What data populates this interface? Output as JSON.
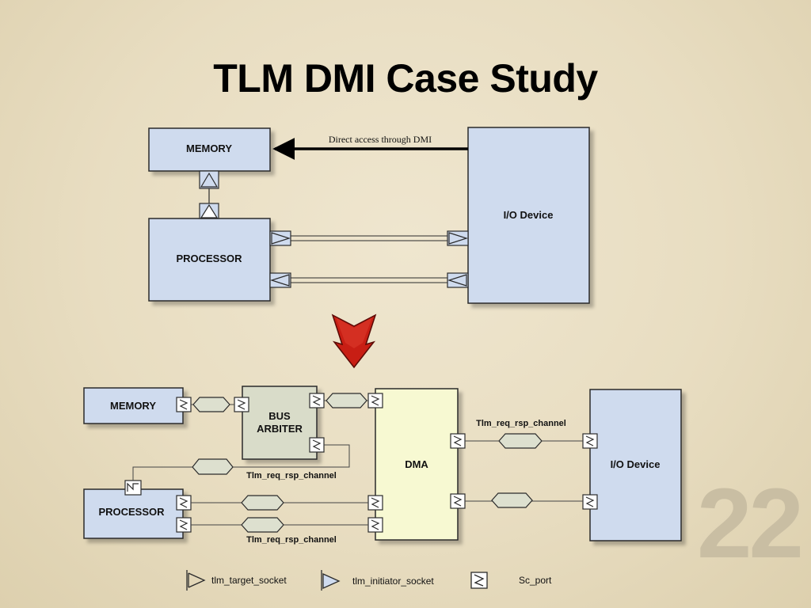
{
  "slide": {
    "title": "TLM DMI Case Study",
    "number": "22"
  },
  "top_diagram": {
    "memory": "MEMORY",
    "processor": "PROCESSOR",
    "io_device": "I/O Device",
    "dmi_label": "Direct access through DMI"
  },
  "bottom_diagram": {
    "memory": "MEMORY",
    "bus_arbiter_line1": "BUS",
    "bus_arbiter_line2": "ARBITER",
    "dma": "DMA",
    "io_device": "I/O Device",
    "processor": "PROCESSOR",
    "channel_right": "Tlm_req_rsp_channel",
    "channel_mid": "Tlm_req_rsp_channel",
    "channel_bottom": "Tlm_req_rsp_channel"
  },
  "legend": {
    "target_socket": "tlm_target_socket",
    "initiator_socket": "tlm_initiator_socket",
    "sc_port": "Sc_port"
  },
  "colors": {
    "block_blue": "#cfdbee",
    "block_green": "#d9dcc9",
    "block_yellow": "#f7f9d2",
    "channel_fill": "#dde0cf",
    "arrow_red": "#c81e14"
  }
}
